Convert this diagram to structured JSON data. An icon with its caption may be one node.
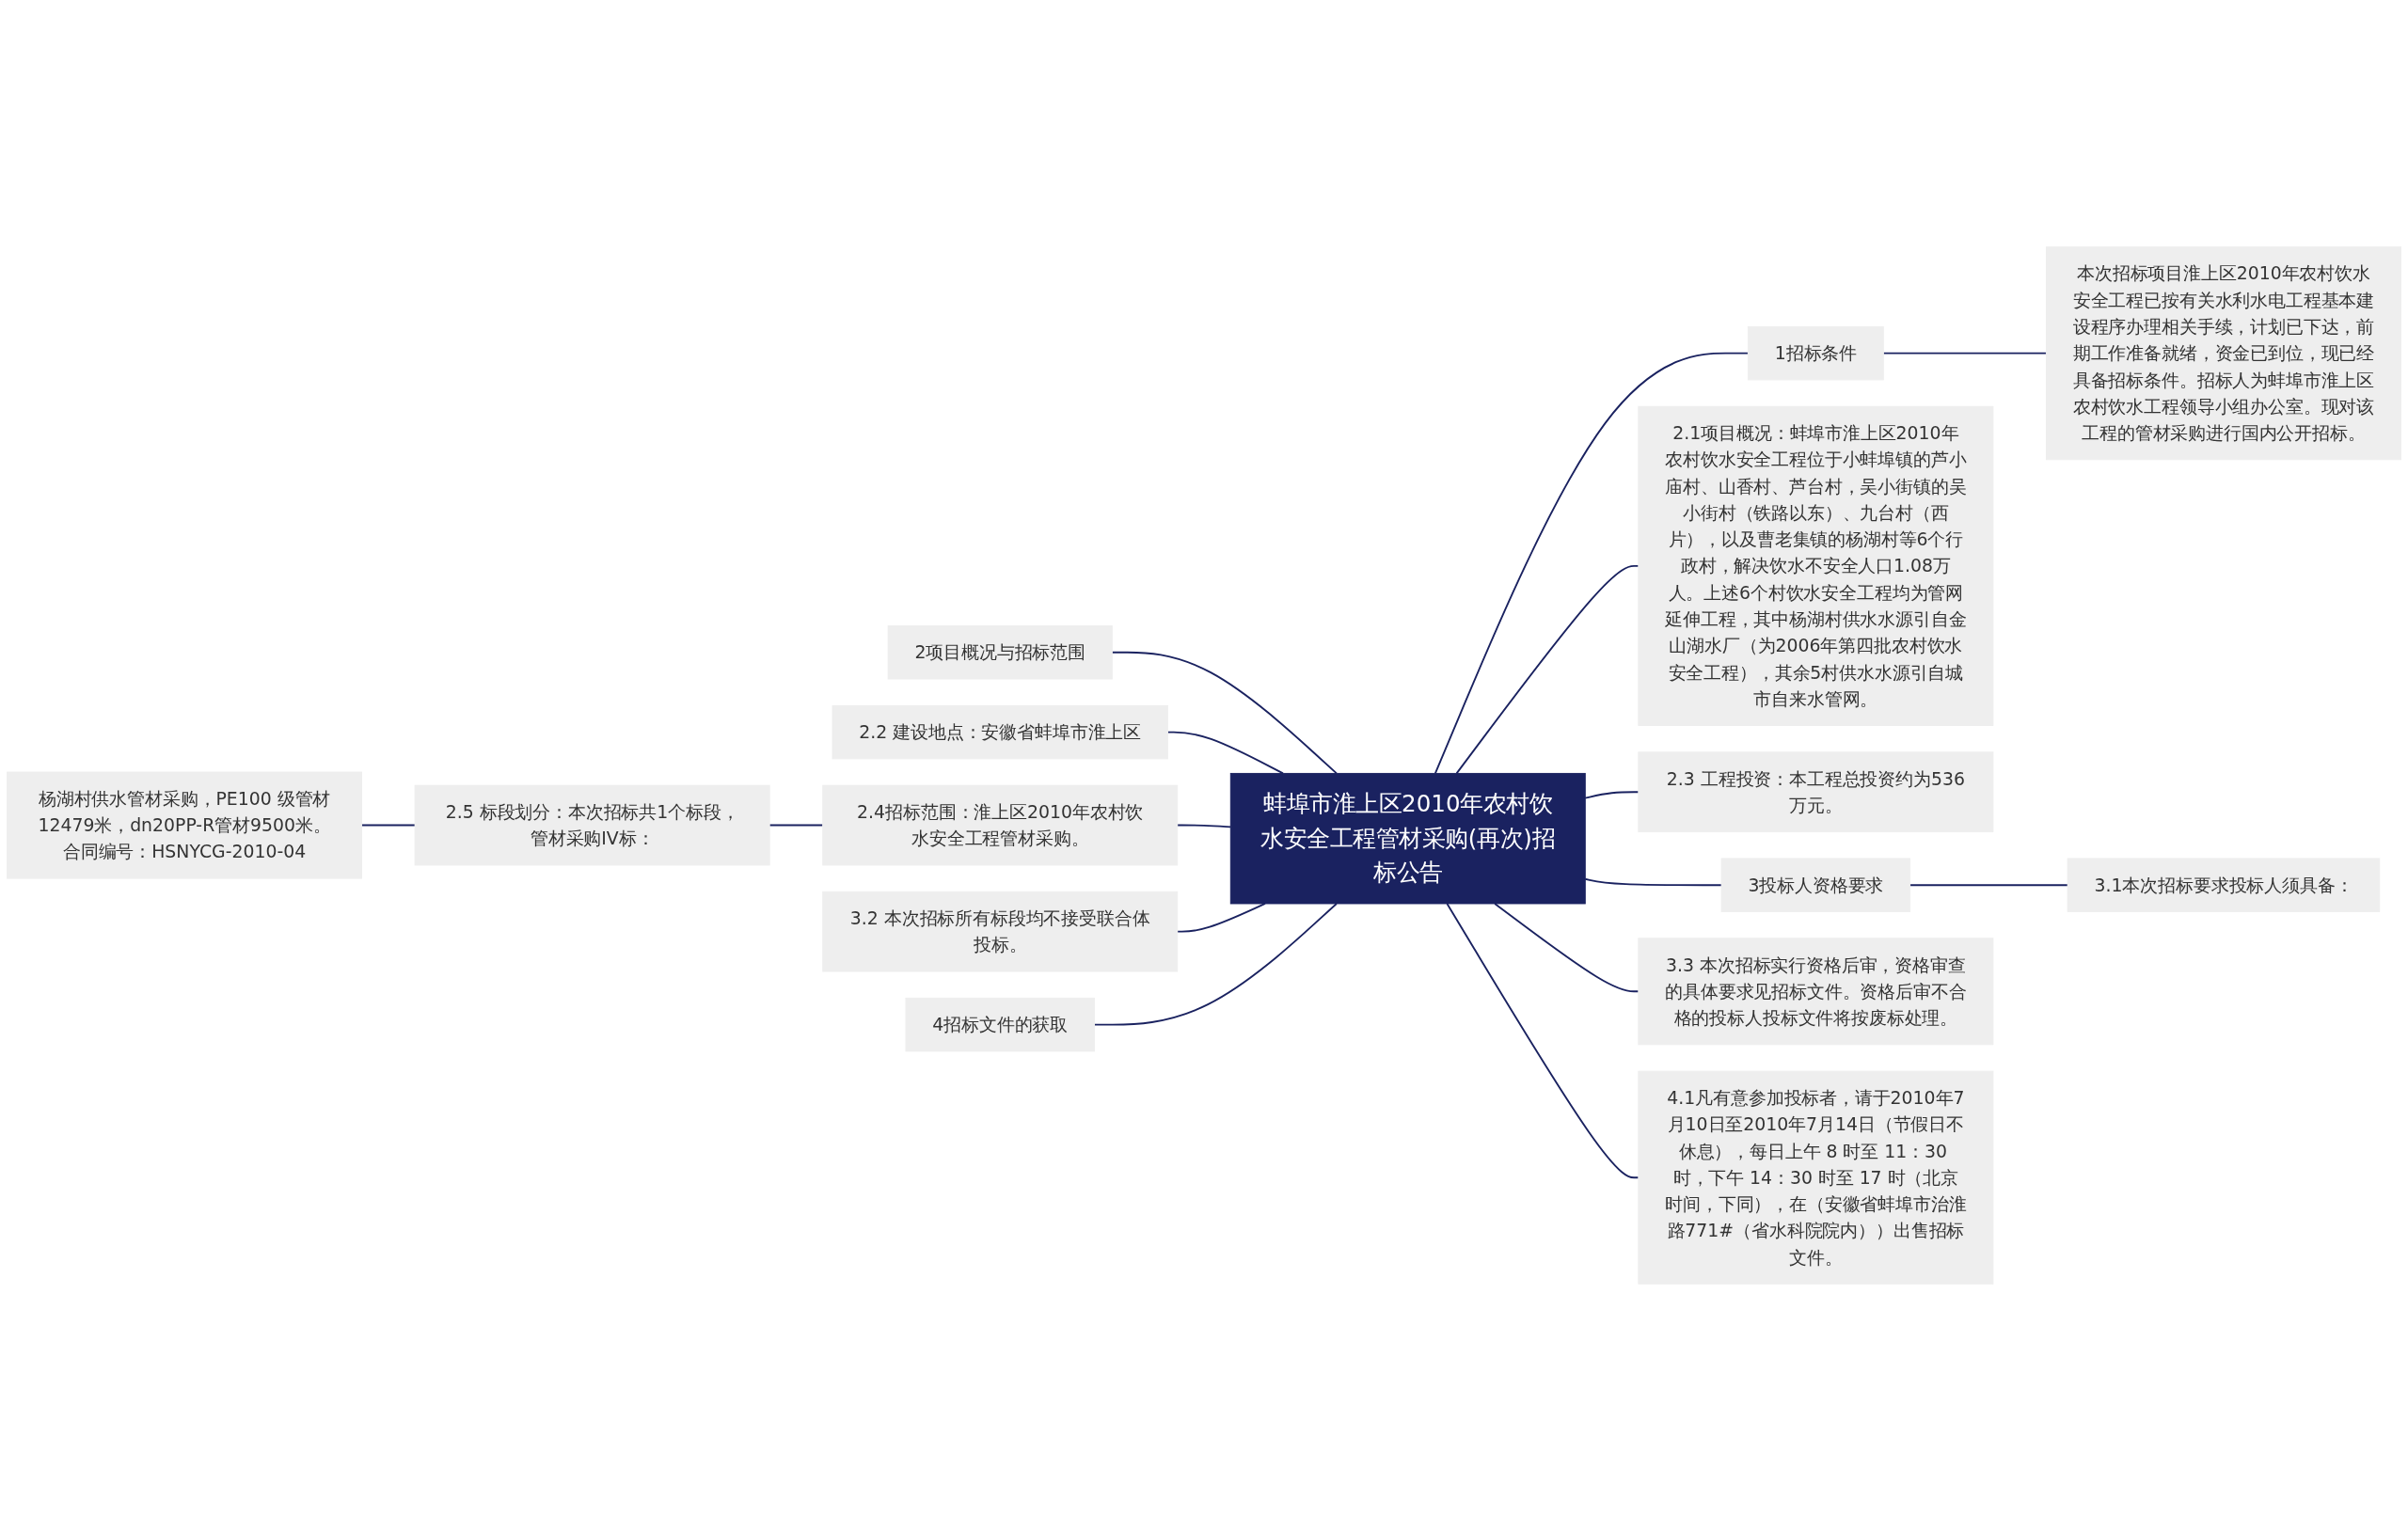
{
  "diagram": {
    "nodes": [
      {
        "text": [
          "蚌埠市淮上区2010年农村饮水安全工程管材采购(再次)招标公告"
        ]
      },
      {
        "text": [
          "1招标条件"
        ]
      },
      {
        "text": [
          "本次招标项目淮上区2010年农村饮水安全工程已按有关水利水电工程基本建设程序办理相关手续，计划已下达，前期工作准备就绪，资金已到位，现已经具备招标条件。招标人为蚌埠市淮上区农村饮水工程领导小组办公室。现对该工程的管材采购进行国内公开招标。"
        ]
      },
      {
        "text": [
          "2.1项目概况：蚌埠市淮上区2010年农村饮水安全工程位于小蚌埠镇的芦小庙村、山香村、芦台村，吴小街镇的吴小街村（铁路以东）、九台村（西片），以及曹老集镇的杨湖村等6个行政村，解决饮水不安全人口1.08万人。上述6个村饮水安全工程均为管网延伸工程，其中杨湖村供水水源引自金山湖水厂（为2006年第四批农村饮水安全工程），其余5村供水水源引自城市自来水管网。"
        ]
      },
      {
        "text": [
          "2.3 工程投资：本工程总投资约为536万元。"
        ]
      },
      {
        "text": [
          "3投标人资格要求"
        ]
      },
      {
        "text": [
          "3.1本次招标要求投标人须具备："
        ]
      },
      {
        "text": [
          "3.3 本次招标实行资格后审，资格审查的具体要求见招标文件。资格后审不合格的投标人投标文件将按废标处理。"
        ]
      },
      {
        "text": [
          "4.1凡有意参加投标者，请于2010年7月10日至2010年7月14日（节假日不休息），每日上午 8 时至 11：30 时，下午 14：30 时至 17 时（北京时间，下同），在（安徽省蚌埠市治淮路771#（省水科院院内））出售招标文件。"
        ]
      },
      {
        "text": [
          "2项目概况与招标范围"
        ]
      },
      {
        "text": [
          "2.2 建设地点：安徽省蚌埠市淮上区"
        ]
      },
      {
        "text": [
          "2.4招标范围：淮上区2010年农村饮水安全工程管材采购。"
        ]
      },
      {
        "text": [
          "2.5 标段划分：本次招标共1个标段，管材采购IV标："
        ]
      },
      {
        "text": [
          "杨湖村供水管材采购，PE100 级管材12479米，dn20PP-R管材9500米。合同编号：HSNYCG-2010-04"
        ]
      },
      {
        "text": [
          "3.2 本次招标所有标段均不接受联合体投标。"
        ]
      },
      {
        "text": [
          "4招标文件的获取"
        ]
      }
    ],
    "edges": [
      {
        "from": 0,
        "to": 1,
        "arrow": "none"
      },
      {
        "from": 1,
        "to": 2,
        "arrow": "none"
      },
      {
        "from": 0,
        "to": 3,
        "arrow": "none"
      },
      {
        "from": 0,
        "to": 4,
        "arrow": "none"
      },
      {
        "from": 0,
        "to": 5,
        "arrow": "none"
      },
      {
        "from": 5,
        "to": 6,
        "arrow": "none"
      },
      {
        "from": 0,
        "to": 7,
        "arrow": "none"
      },
      {
        "from": 0,
        "to": 8,
        "arrow": "none"
      },
      {
        "from": 0,
        "to": 9,
        "arrow": "none"
      },
      {
        "from": 0,
        "to": 10,
        "arrow": "none"
      },
      {
        "from": 0,
        "to": 11,
        "arrow": "none"
      },
      {
        "from": 11,
        "to": 12,
        "arrow": "none"
      },
      {
        "from": 12,
        "to": 13,
        "arrow": "none"
      },
      {
        "from": 0,
        "to": 14,
        "arrow": "none"
      },
      {
        "from": 0,
        "to": 15,
        "arrow": "none"
      }
    ]
  }
}
